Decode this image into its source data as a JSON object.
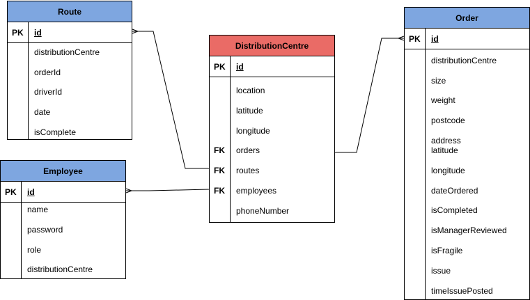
{
  "colors": {
    "header_blue": "#7ea6e0",
    "header_red": "#ea6b66",
    "line": "#000000"
  },
  "route": {
    "title": "Route",
    "pk_label": "PK",
    "pk_field": "id",
    "fields": [
      "distributionCentre",
      "orderId",
      "driverId",
      "date",
      "isComplete"
    ]
  },
  "employee": {
    "title": "Employee",
    "pk_label": "PK",
    "pk_field": "id",
    "fields": [
      "name",
      "password",
      "role",
      "distributionCentre"
    ]
  },
  "distribution_centre": {
    "title": "DistributionCentre",
    "pk_label": "PK",
    "pk_field": "id",
    "fk_label": "FK",
    "fields": [
      "location",
      "latitude",
      "longitude",
      "orders",
      "routes",
      "employees",
      "phoneNumber"
    ]
  },
  "order": {
    "title": "Order",
    "pk_label": "PK",
    "pk_field": "id",
    "fields": [
      "distributionCentre",
      "size",
      "weight",
      "postcode",
      "address",
      "latitude",
      "longitude",
      "dateOrdered",
      "isCompleted",
      "isManagerReviewed",
      "isFragile",
      "issue",
      "timeIssuePosted"
    ]
  }
}
